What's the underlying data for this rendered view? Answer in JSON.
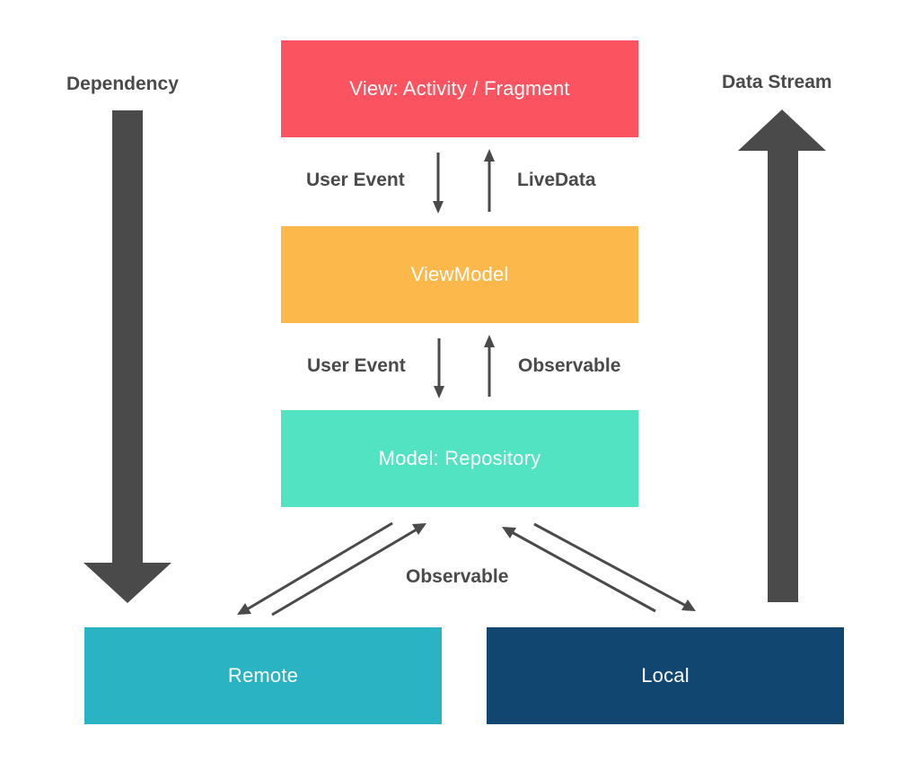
{
  "diagram": {
    "boxes": {
      "view": "View: Activity / Fragment",
      "viewmodel": "ViewModel",
      "model": "Model: Repository",
      "remote": "Remote",
      "local": "Local"
    },
    "side_labels": {
      "dependency": "Dependency",
      "data_stream": "Data Stream"
    },
    "edge_labels": {
      "view_viewmodel_down": "User Event",
      "view_viewmodel_up": "LiveData",
      "viewmodel_model_down": "User Event",
      "viewmodel_model_up": "Observable",
      "model_sources": "Observable"
    },
    "colors": {
      "view": "#fb5360",
      "viewmodel": "#fdb84c",
      "model": "#51e3c2",
      "remote": "#2ab4c3",
      "local": "#104670",
      "arrow": "#4a4a4a",
      "text": "#4a4a4a"
    }
  }
}
